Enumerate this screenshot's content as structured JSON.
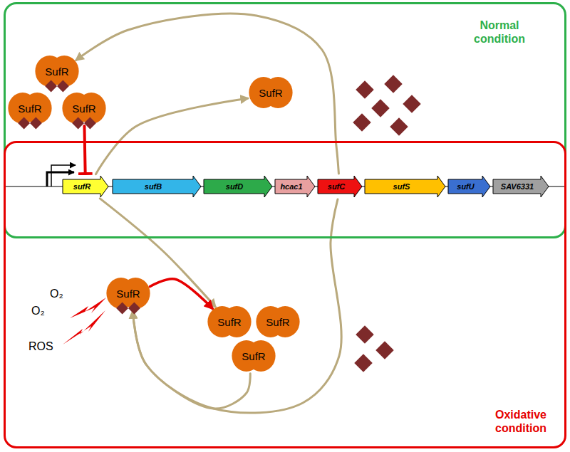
{
  "diagram": {
    "nodes": [
      {
        "text": [
          "Normal condition"
        ]
      },
      {
        "text": [
          "SufR"
        ],
        "in": 0
      },
      {
        "text": [
          "SufR"
        ],
        "in": 0
      },
      {
        "text": [
          "SufR"
        ],
        "in": 0
      },
      {
        "text": [
          "SufR"
        ],
        "in": 0
      },
      {
        "text": [
          "Oxidative condition"
        ]
      },
      {
        "text": [
          "SufR"
        ],
        "in": 5
      },
      {
        "text": [
          "SufR"
        ],
        "in": 5
      },
      {
        "text": [
          "SufR"
        ],
        "in": 5
      },
      {
        "text": [
          "SufR"
        ],
        "in": 5
      },
      {
        "text": [
          "sufR"
        ]
      },
      {
        "text": [
          "sufB"
        ]
      },
      {
        "text": [
          "sufD"
        ]
      },
      {
        "text": [
          "hcac1"
        ]
      },
      {
        "text": [
          "sufC"
        ]
      },
      {
        "text": [
          "sufS"
        ]
      },
      {
        "text": [
          "sufU"
        ]
      },
      {
        "text": [
          "SAV6331"
        ]
      }
    ],
    "edges": [
      {
        "from": 10,
        "to": 4,
        "arrow": "to"
      },
      {
        "from": 14,
        "to": 1,
        "arrow": "to"
      },
      {
        "from": 3,
        "to": 10,
        "arrow": "to"
      },
      {
        "from": 10,
        "to": 7,
        "arrow": "to"
      },
      {
        "from": 6,
        "to": 7,
        "arrow": "to"
      },
      {
        "from": 14,
        "to": 6,
        "arrow": "to"
      },
      {
        "from": 9,
        "to": 6,
        "arrow": "to"
      }
    ],
    "labels": [
      "O₂",
      "O₂",
      "ROS"
    ]
  }
}
